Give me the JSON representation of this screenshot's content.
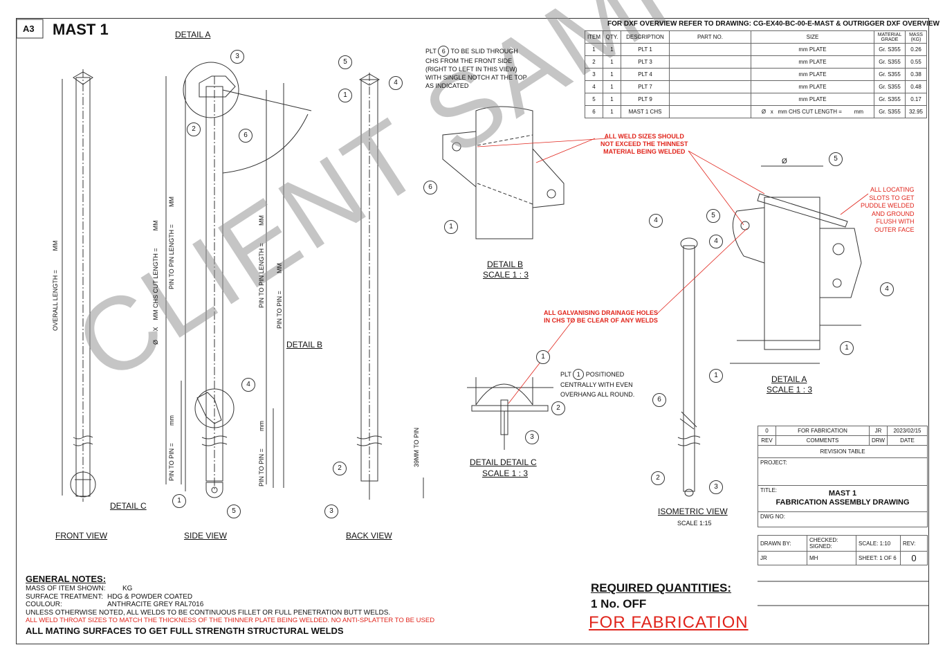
{
  "sheet": {
    "size": "A3",
    "title": "MAST 1"
  },
  "dxf_note": "FOR DXF OVERVIEW REFER TO DRAWING: CG-EX40-BC-00-E-MAST & OUTRIGGER DXF OVERVIEW",
  "bom": {
    "headers": [
      "ITEM",
      "QTY.",
      "DESCRIPTION",
      "PART NO.",
      "SIZE",
      "MATERIAL GRADE",
      "MASS (KG)"
    ],
    "rows": [
      [
        "1",
        "1",
        "PLT 1",
        "",
        "mm PLATE",
        "Gr. S355",
        "0.26"
      ],
      [
        "2",
        "1",
        "PLT 3",
        "",
        "mm PLATE",
        "Gr. S355",
        "0.55"
      ],
      [
        "3",
        "1",
        "PLT 4",
        "",
        "mm PLATE",
        "Gr. S355",
        "0.38"
      ],
      [
        "4",
        "1",
        "PLT 7",
        "",
        "mm PLATE",
        "Gr. S355",
        "0.48"
      ],
      [
        "5",
        "1",
        "PLT 9",
        "",
        "mm PLATE",
        "Gr. S355",
        "0.17"
      ],
      [
        "6",
        "1",
        "MAST 1 CHS",
        "",
        "Ø   x   mm CHS CUT LENGTH =        mm",
        "Gr. S355",
        "32.95"
      ]
    ]
  },
  "views": {
    "front": "FRONT VIEW",
    "side": "SIDE VIEW",
    "back": "BACK VIEW",
    "iso": "ISOMETRIC VIEW",
    "iso_scale": "SCALE 1:15",
    "detail_a": "DETAIL A",
    "detail_b": "DETAIL B",
    "detail_c": "DETAIL C",
    "detail_b_title": "DETAIL B",
    "detail_b_scale": "SCALE 1 : 3",
    "detail_c_title": "DETAIL DETAIL C",
    "detail_c_scale": "SCALE 1 : 3",
    "detail_a_title": "DETAIL A",
    "detail_a_scale": "SCALE 1 : 3"
  },
  "dims": {
    "overall": "OVERALL LENGTH =           MM",
    "cut": "Ø     X    MM CHS CUT LENGTH =          MM",
    "p2p_len": "PIN TO PIN LENGTH =          MM",
    "p2p_len2": "PIN TO PIN LENGTH =          MM",
    "p2p": "PIN TO PIN =          MM",
    "p2p_low1": "PIN TO PIN =          mm",
    "p2p_low2": "PIN TO PIN =          mm",
    "pin39": "39MM TO PIN",
    "dia": "Ø"
  },
  "notes": {
    "plt6": [
      "PLT",
      "6",
      "TO BE SLID THROUGH",
      "CHS FROM THE FRONT SIDE",
      "(RIGHT TO LEFT IN THIS VIEW)",
      "WITH SINGLE NOTCH AT THE TOP",
      "AS INDICATED"
    ],
    "plt1": [
      "PLT",
      "1",
      "POSITIONED",
      "CENTRALLY WITH EVEN",
      "OVERHANG ALL ROUND."
    ],
    "weld_sizes": [
      "ALL WELD SIZES SHOULD",
      "NOT EXCEED THE THINNEST",
      "MATERIAL BEING WELDED"
    ],
    "galv": [
      "ALL GALVANISING DRAINAGE HOLES",
      "IN CHS TO BE CLEAR OF ANY WELDS"
    ],
    "slots": [
      "ALL LOCATING",
      "SLOTS TO GET",
      "PUDDLE WELDED",
      "AND GROUND",
      "FLUSH WITH",
      "OUTER FACE"
    ]
  },
  "general": {
    "heading": "GENERAL NOTES:",
    "mass_label": "MASS OF ITEM SHOWN:",
    "mass_val": "KG",
    "surface_label": "SURFACE TREATMENT:",
    "surface_val": "HDG & POWDER COATED",
    "colour_label": "COULOUR:",
    "colour_val": "ANTHRACITE GREY RAL7016",
    "welds": "UNLESS OTHERWISE NOTED, ALL WELDS TO BE CONTINUOUS FILLET OR FULL PENETRATION BUTT WELDS.",
    "throat": "ALL WELD THROAT SIZES TO MATCH THE THICKNESS OF THE THINNER PLATE BEING WELDED. NO ANTI-SPLATTER TO BE USED",
    "mating": "ALL MATING SURFACES TO GET FULL STRENGTH STRUCTURAL WELDS"
  },
  "quantities": {
    "heading": "REQUIRED QUANTITIES:",
    "qty": "1 No. OFF",
    "status": "FOR FABRICATION"
  },
  "title_block": {
    "rev": "0",
    "comment": "FOR FABRICATION",
    "drw": "JR",
    "date": "2023/02/15",
    "rev_h": "REV",
    "comments_h": "COMMENTS",
    "drw_h": "DRW",
    "date_h": "DATE",
    "revision_table": "REVISION TABLE",
    "project": "PROJECT:",
    "title_label": "TITLE:",
    "title1": "MAST 1",
    "title2": "FABRICATION ASSEMBLY DRAWING",
    "dwg_no": "DWG NO:",
    "drawn_by": "DRAWN BY:",
    "drawn_val": "JR",
    "checked": "CHECKED:",
    "checked_val": "MH",
    "signed": "SIGNED:",
    "scale": "SCALE: 1:10",
    "sheet": "SHEET: 1 OF 6",
    "rev_label": "REV:",
    "rev_val": "0"
  },
  "balloons": [
    "3",
    "2",
    "6",
    "4",
    "1",
    "5",
    "5",
    "4",
    "1",
    "2",
    "3",
    "6",
    "1",
    "1",
    "2",
    "3",
    "4",
    "5",
    "4",
    "1",
    "6",
    "2",
    "3",
    "5",
    "4",
    "1"
  ],
  "watermark": "CLIENT SAMPLE",
  "colors": {
    "red": "#e0241b",
    "line": "#333333",
    "watermark": "#969696"
  }
}
